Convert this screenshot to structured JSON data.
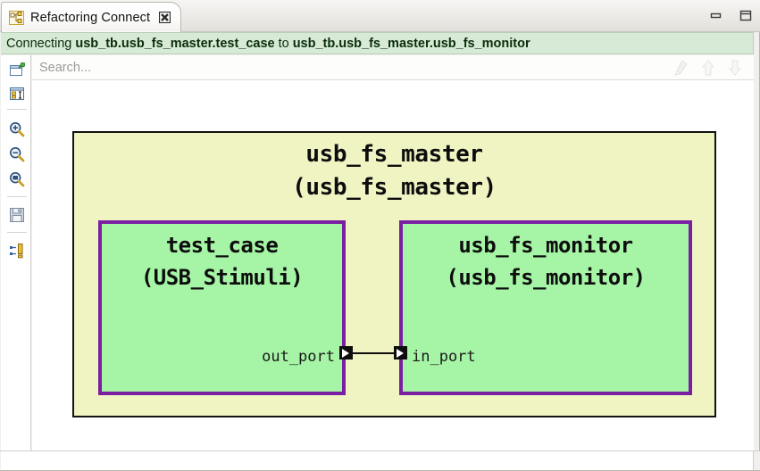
{
  "window": {
    "tab": {
      "icon": "hierarchy-diagram-icon",
      "title": "Refactoring Connect",
      "close_glyph": "☒"
    },
    "controls": {
      "minimize": "minimize-icon",
      "maximize": "maximize-icon"
    }
  },
  "infobar": {
    "prefix": "Connecting",
    "source": "usb_tb.usb_fs_master.test_case",
    "middle": "to",
    "target": "usb_tb.usb_fs_master.usb_fs_monitor",
    "background_color": "#d6ead6"
  },
  "toolbar_rail": {
    "items": [
      {
        "name": "pin-editor-icon",
        "tooltip": "Pin this view"
      },
      {
        "name": "show-properties-icon",
        "tooltip": "Properties"
      },
      {
        "name": "zoom-in-icon",
        "tooltip": "Zoom In"
      },
      {
        "name": "zoom-out-icon",
        "tooltip": "Zoom Out"
      },
      {
        "name": "zoom-fit-icon",
        "tooltip": "Zoom to Fit"
      },
      {
        "name": "save-icon",
        "tooltip": "Save"
      },
      {
        "name": "connect-ports-icon",
        "tooltip": "Connect"
      }
    ]
  },
  "search": {
    "placeholder": "Search...",
    "value": "",
    "actions": [
      {
        "name": "clear-search-icon",
        "enabled": false
      },
      {
        "name": "previous-match-icon",
        "enabled": false
      },
      {
        "name": "next-match-icon",
        "enabled": false
      }
    ]
  },
  "diagram": {
    "colors": {
      "module_fill": "#f0f3c2",
      "module_border": "#121212",
      "component_fill": "#a6f5a6",
      "component_border": "#7b1fa2",
      "port_fill": "#0d0d0d",
      "wire": "#0d0d0d"
    },
    "module": {
      "name": "usb_fs_master",
      "type": "(usb_fs_master)"
    },
    "components": [
      {
        "id": "left",
        "name": "test_case",
        "type": "(USB_Stimuli)",
        "port": {
          "label": "out_port",
          "direction": "output"
        }
      },
      {
        "id": "right",
        "name": "usb_fs_monitor",
        "type": "(usb_fs_monitor)",
        "port": {
          "label": "in_port",
          "direction": "input"
        }
      }
    ],
    "connection": {
      "from": "test_case.out_port",
      "to": "usb_fs_monitor.in_port"
    }
  }
}
